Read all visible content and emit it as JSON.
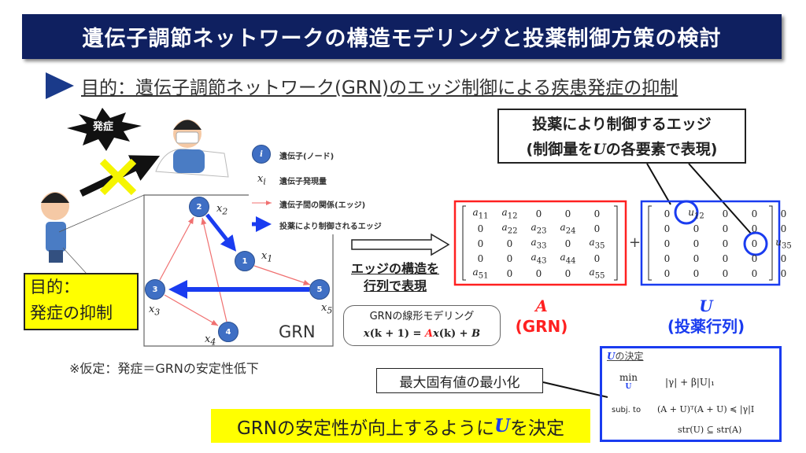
{
  "title": "遺伝子調節ネットワークの構造モデリングと投薬制御方策の検討",
  "subtitle": "目的：遺伝子調節ネットワーク(GRN)のエッジ制御による疾患発症の抑制",
  "illustration": {
    "burst_label": "発症",
    "goal_line1": "目的：",
    "goal_line2": "発症の抑制"
  },
  "legend": {
    "node_symbol": "i",
    "node_label": "遺伝子(ノード)",
    "expr_symbol": "x",
    "expr_sub": "i",
    "expr_label": "遺伝子発現量",
    "edge_label": "遺伝子間の関係(エッジ)",
    "controlled_edge_label": "投薬により制御されるエッジ"
  },
  "graph": {
    "label": "GRN",
    "nodes": [
      {
        "id": "1",
        "x": "x",
        "sub": "1"
      },
      {
        "id": "2",
        "x": "x",
        "sub": "2"
      },
      {
        "id": "3",
        "x": "x",
        "sub": "3"
      },
      {
        "id": "4",
        "x": "x",
        "sub": "4"
      },
      {
        "id": "5",
        "x": "x",
        "sub": "5"
      }
    ],
    "edges": [
      {
        "from": "2",
        "to": "1",
        "type": "controlled"
      },
      {
        "from": "5",
        "to": "3",
        "type": "controlled"
      },
      {
        "from": "1",
        "to": "5",
        "type": "normal"
      },
      {
        "from": "3",
        "to": "2",
        "type": "normal"
      },
      {
        "from": "4",
        "to": "2",
        "type": "normal"
      },
      {
        "from": "3",
        "to": "4",
        "type": "normal"
      }
    ]
  },
  "matrix_caption": {
    "line1": "エッジの構造を",
    "line2": "行列で表現"
  },
  "model": {
    "label": "GRNの線形モデリング",
    "eq_x": "x",
    "eq_1": "(k + 1) = ",
    "eq_A": "A",
    "eq_2": "x",
    "eq_3": "(k) + ",
    "eq_B": "B"
  },
  "matrix_A": [
    [
      "a_11",
      "a_12",
      "0",
      "0",
      "0"
    ],
    [
      "0",
      "a_22",
      "a_23",
      "a_24",
      "0"
    ],
    [
      "0",
      "0",
      "a_33",
      "0",
      "a_35"
    ],
    [
      "0",
      "0",
      "a_43",
      "a_44",
      "0"
    ],
    [
      "a_51",
      "0",
      "0",
      "0",
      "a_55"
    ]
  ],
  "matrix_U": [
    [
      "0",
      "u_12",
      "0",
      "0",
      "0"
    ],
    [
      "0",
      "0",
      "0",
      "0",
      "0"
    ],
    [
      "0",
      "0",
      "0",
      "0",
      "u_35"
    ],
    [
      "0",
      "0",
      "0",
      "0",
      "0"
    ],
    [
      "0",
      "0",
      "0",
      "0",
      "0"
    ]
  ],
  "plus": "+",
  "A_label": {
    "symbol": "A",
    "name": "(GRN)"
  },
  "U_label": {
    "symbol": "U",
    "name": "(投薬行列)"
  },
  "callout": {
    "line1": "投薬により制御するエッジ",
    "line2_a": "(制御量を",
    "line2_u": "U",
    "line2_b": "の各要素で表現)"
  },
  "assumption": "※仮定：発症＝GRNの安定性低下",
  "eigen_box": "最大固有値の最小化",
  "conclusion": {
    "a": "GRNの安定性が向上するように",
    "u": "U",
    "b": "を決定"
  },
  "optimization": {
    "title_u": "U",
    "title_rest": "の決定",
    "min": "min",
    "min_sub": "U",
    "objective": "|γ| + β|U|₁",
    "subj": "subj. to",
    "c1": "(A + U)ᵀ(A + U) ≼ |γ|I",
    "c2": "str(U) ⊆ str(A)"
  },
  "colors": {
    "title_bg": "#0f2060",
    "red": "#ff2020",
    "blue": "#1a3cf0",
    "yellow": "#ffff00",
    "node": "#3f6fc4"
  }
}
